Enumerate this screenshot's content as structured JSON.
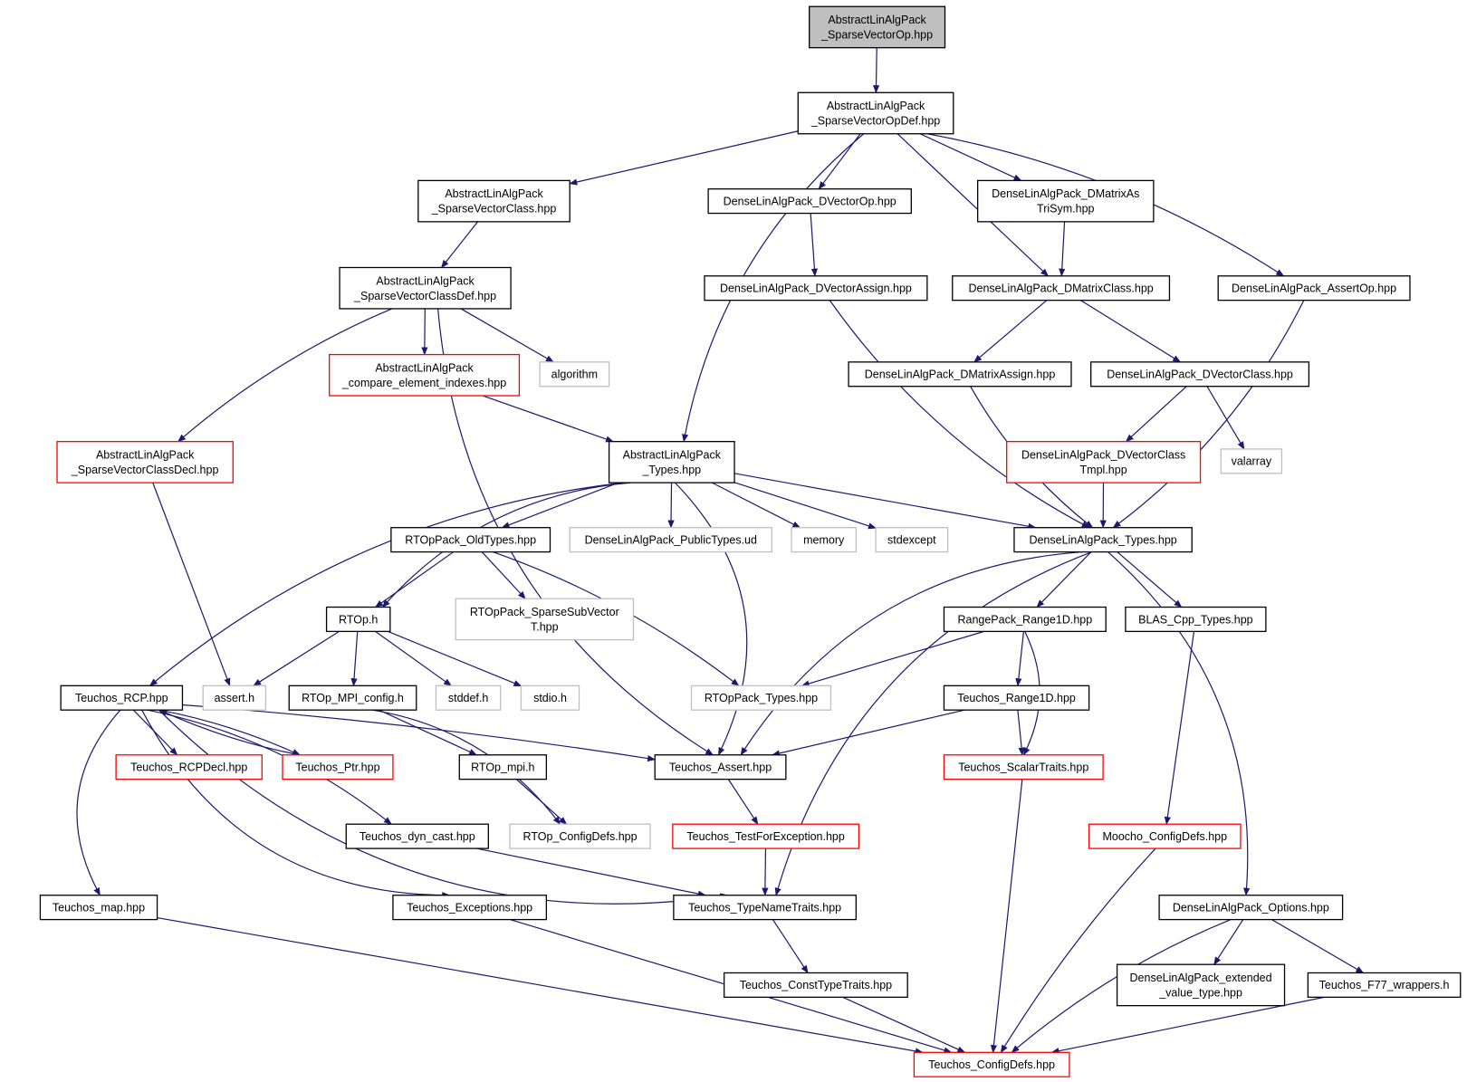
{
  "colors": {
    "edge": "#191970",
    "normal_border": "#000000",
    "truncated_border": "#ff0000",
    "external_border": "#bfbfbf",
    "root_fill": "#bfbfbf",
    "node_fill": "#ffffff"
  },
  "nodes": [
    {
      "id": "n_root",
      "lines": [
        "AbstractLinAlgPack",
        "_SparseVectorOp.hpp"
      ],
      "kind": "root"
    },
    {
      "id": "n_opdef",
      "lines": [
        "AbstractLinAlgPack",
        "_SparseVectorOpDef.hpp"
      ],
      "kind": "normal"
    },
    {
      "id": "n_svclass",
      "lines": [
        "AbstractLinAlgPack",
        "_SparseVectorClass.hpp"
      ],
      "kind": "normal"
    },
    {
      "id": "n_dvecop",
      "lines": [
        "DenseLinAlgPack_DVectorOp.hpp"
      ],
      "kind": "normal"
    },
    {
      "id": "n_dmatrixas",
      "lines": [
        "DenseLinAlgPack_DMatrixAs",
        "TriSym.hpp"
      ],
      "kind": "normal"
    },
    {
      "id": "n_svclassdef",
      "lines": [
        "AbstractLinAlgPack",
        "_SparseVectorClassDef.hpp"
      ],
      "kind": "normal"
    },
    {
      "id": "n_dvassign",
      "lines": [
        "DenseLinAlgPack_DVectorAssign.hpp"
      ],
      "kind": "normal"
    },
    {
      "id": "n_dmclass",
      "lines": [
        "DenseLinAlgPack_DMatrixClass.hpp"
      ],
      "kind": "normal"
    },
    {
      "id": "n_assertop",
      "lines": [
        "DenseLinAlgPack_AssertOp.hpp"
      ],
      "kind": "normal"
    },
    {
      "id": "n_compare",
      "lines": [
        "AbstractLinAlgPack",
        "_compare_element_indexes.hpp"
      ],
      "kind": "truncated"
    },
    {
      "id": "n_algorithm",
      "lines": [
        "algorithm"
      ],
      "kind": "external"
    },
    {
      "id": "n_dmassign",
      "lines": [
        "DenseLinAlgPack_DMatrixAssign.hpp"
      ],
      "kind": "normal"
    },
    {
      "id": "n_dvclass",
      "lines": [
        "DenseLinAlgPack_DVectorClass.hpp"
      ],
      "kind": "normal"
    },
    {
      "id": "n_svclassdecl",
      "lines": [
        "AbstractLinAlgPack",
        "_SparseVectorClassDecl.hpp"
      ],
      "kind": "truncated"
    },
    {
      "id": "n_altypes",
      "lines": [
        "AbstractLinAlgPack",
        "_Types.hpp"
      ],
      "kind": "normal"
    },
    {
      "id": "n_dvclasstmpl",
      "lines": [
        "DenseLinAlgPack_DVectorClass",
        "Tmpl.hpp"
      ],
      "kind": "truncated"
    },
    {
      "id": "n_valarray",
      "lines": [
        "valarray"
      ],
      "kind": "external"
    },
    {
      "id": "n_oldtypes",
      "lines": [
        "RTOpPack_OldTypes.hpp"
      ],
      "kind": "normal"
    },
    {
      "id": "n_publictypes",
      "lines": [
        "DenseLinAlgPack_PublicTypes.ud"
      ],
      "kind": "external"
    },
    {
      "id": "n_memory",
      "lines": [
        "memory"
      ],
      "kind": "external"
    },
    {
      "id": "n_stdexcept",
      "lines": [
        "stdexcept"
      ],
      "kind": "external"
    },
    {
      "id": "n_dltypes",
      "lines": [
        "DenseLinAlgPack_Types.hpp"
      ],
      "kind": "normal"
    },
    {
      "id": "n_rtoph",
      "lines": [
        "RTOp.h"
      ],
      "kind": "normal"
    },
    {
      "id": "n_sparsesub",
      "lines": [
        "RTOpPack_SparseSubVector",
        "T.hpp"
      ],
      "kind": "external"
    },
    {
      "id": "n_range1d",
      "lines": [
        "RangePack_Range1D.hpp"
      ],
      "kind": "normal"
    },
    {
      "id": "n_blas",
      "lines": [
        "BLAS_Cpp_Types.hpp"
      ],
      "kind": "normal"
    },
    {
      "id": "n_rcp",
      "lines": [
        "Teuchos_RCP.hpp"
      ],
      "kind": "normal"
    },
    {
      "id": "n_asserth",
      "lines": [
        "assert.h"
      ],
      "kind": "external"
    },
    {
      "id": "n_mpiconfig",
      "lines": [
        "RTOp_MPI_config.h"
      ],
      "kind": "normal"
    },
    {
      "id": "n_stddef",
      "lines": [
        "stddef.h"
      ],
      "kind": "external"
    },
    {
      "id": "n_stdio",
      "lines": [
        "stdio.h"
      ],
      "kind": "external"
    },
    {
      "id": "n_rtoptypes",
      "lines": [
        "RTOpPack_Types.hpp"
      ],
      "kind": "external"
    },
    {
      "id": "n_trange1d",
      "lines": [
        "Teuchos_Range1D.hpp"
      ],
      "kind": "normal"
    },
    {
      "id": "n_rcpdecl",
      "lines": [
        "Teuchos_RCPDecl.hpp"
      ],
      "kind": "truncated"
    },
    {
      "id": "n_ptr",
      "lines": [
        "Teuchos_Ptr.hpp"
      ],
      "kind": "truncated"
    },
    {
      "id": "n_rtopmpi",
      "lines": [
        "RTOp_mpi.h"
      ],
      "kind": "normal"
    },
    {
      "id": "n_tassert",
      "lines": [
        "Teuchos_Assert.hpp"
      ],
      "kind": "normal"
    },
    {
      "id": "n_scalartraits",
      "lines": [
        "Teuchos_ScalarTraits.hpp"
      ],
      "kind": "truncated"
    },
    {
      "id": "n_dyncast",
      "lines": [
        "Teuchos_dyn_cast.hpp"
      ],
      "kind": "normal"
    },
    {
      "id": "n_rtopconfig",
      "lines": [
        "RTOp_ConfigDefs.hpp"
      ],
      "kind": "external"
    },
    {
      "id": "n_testforexc",
      "lines": [
        "Teuchos_TestForException.hpp"
      ],
      "kind": "truncated"
    },
    {
      "id": "n_moocho",
      "lines": [
        "Moocho_ConfigDefs.hpp"
      ],
      "kind": "truncated"
    },
    {
      "id": "n_map",
      "lines": [
        "Teuchos_map.hpp"
      ],
      "kind": "normal"
    },
    {
      "id": "n_exceptions",
      "lines": [
        "Teuchos_Exceptions.hpp"
      ],
      "kind": "normal"
    },
    {
      "id": "n_typename",
      "lines": [
        "Teuchos_TypeNameTraits.hpp"
      ],
      "kind": "normal"
    },
    {
      "id": "n_options",
      "lines": [
        "DenseLinAlgPack_Options.hpp"
      ],
      "kind": "normal"
    },
    {
      "id": "n_consttype",
      "lines": [
        "Teuchos_ConstTypeTraits.hpp"
      ],
      "kind": "normal"
    },
    {
      "id": "n_extended",
      "lines": [
        "DenseLinAlgPack_extended",
        "_value_type.hpp"
      ],
      "kind": "normal"
    },
    {
      "id": "n_f77",
      "lines": [
        "Teuchos_F77_wrappers.h"
      ],
      "kind": "normal"
    },
    {
      "id": "n_tconfig",
      "lines": [
        "Teuchos_ConfigDefs.hpp"
      ],
      "kind": "truncated"
    }
  ],
  "edges": [
    {
      "from": "n_root",
      "to": "n_opdef"
    },
    {
      "from": "n_opdef",
      "to": "n_svclass"
    },
    {
      "from": "n_opdef",
      "to": "n_dvecop"
    },
    {
      "from": "n_opdef",
      "to": "n_dmatrixas"
    },
    {
      "from": "n_opdef",
      "to": "n_dmclass"
    },
    {
      "from": "n_opdef",
      "to": "n_assertop"
    },
    {
      "from": "n_opdef",
      "to": "n_altypes"
    },
    {
      "from": "n_svclass",
      "to": "n_svclassdef"
    },
    {
      "from": "n_svclassdef",
      "to": "n_compare"
    },
    {
      "from": "n_svclassdef",
      "to": "n_algorithm"
    },
    {
      "from": "n_svclassdef",
      "to": "n_svclassdecl"
    },
    {
      "from": "n_svclassdef",
      "to": "n_tassert"
    },
    {
      "from": "n_compare",
      "to": "n_altypes"
    },
    {
      "from": "n_svclassdecl",
      "to": "n_asserth"
    },
    {
      "from": "n_dvecop",
      "to": "n_dvassign"
    },
    {
      "from": "n_dvassign",
      "to": "n_dltypes"
    },
    {
      "from": "n_dmatrixas",
      "to": "n_dmclass"
    },
    {
      "from": "n_dmclass",
      "to": "n_dmassign"
    },
    {
      "from": "n_dmclass",
      "to": "n_dvclass"
    },
    {
      "from": "n_dmassign",
      "to": "n_dltypes"
    },
    {
      "from": "n_dvclass",
      "to": "n_dvclasstmpl"
    },
    {
      "from": "n_dvclass",
      "to": "n_valarray"
    },
    {
      "from": "n_dvclasstmpl",
      "to": "n_dltypes"
    },
    {
      "from": "n_assertop",
      "to": "n_dltypes"
    },
    {
      "from": "n_altypes",
      "to": "n_oldtypes"
    },
    {
      "from": "n_altypes",
      "to": "n_publictypes"
    },
    {
      "from": "n_altypes",
      "to": "n_memory"
    },
    {
      "from": "n_altypes",
      "to": "n_stdexcept"
    },
    {
      "from": "n_altypes",
      "to": "n_dltypes"
    },
    {
      "from": "n_altypes",
      "to": "n_rtoph"
    },
    {
      "from": "n_altypes",
      "to": "n_rcp"
    },
    {
      "from": "n_altypes",
      "to": "n_tassert"
    },
    {
      "from": "n_oldtypes",
      "to": "n_rtoph"
    },
    {
      "from": "n_oldtypes",
      "to": "n_sparsesub"
    },
    {
      "from": "n_oldtypes",
      "to": "n_rtoptypes"
    },
    {
      "from": "n_dltypes",
      "to": "n_range1d"
    },
    {
      "from": "n_dltypes",
      "to": "n_blas"
    },
    {
      "from": "n_dltypes",
      "to": "n_options"
    },
    {
      "from": "n_dltypes",
      "to": "n_tassert"
    },
    {
      "from": "n_dltypes",
      "to": "n_typename"
    },
    {
      "from": "n_rtoph",
      "to": "n_asserth"
    },
    {
      "from": "n_rtoph",
      "to": "n_mpiconfig"
    },
    {
      "from": "n_rtoph",
      "to": "n_stddef"
    },
    {
      "from": "n_rtoph",
      "to": "n_stdio"
    },
    {
      "from": "n_range1d",
      "to": "n_rtoptypes"
    },
    {
      "from": "n_range1d",
      "to": "n_trange1d"
    },
    {
      "from": "n_range1d",
      "to": "n_scalartraits"
    },
    {
      "from": "n_blas",
      "to": "n_moocho"
    },
    {
      "from": "n_rcp",
      "to": "n_rcpdecl"
    },
    {
      "from": "n_rcp",
      "to": "n_ptr"
    },
    {
      "from": "n_ptr",
      "to": "n_rcp"
    },
    {
      "from": "n_rcp",
      "to": "n_tassert"
    },
    {
      "from": "n_rcp",
      "to": "n_dyncast"
    },
    {
      "from": "n_rcp",
      "to": "n_map"
    },
    {
      "from": "n_rcp",
      "to": "n_exceptions"
    },
    {
      "from": "n_rcp",
      "to": "n_typename"
    },
    {
      "from": "n_mpiconfig",
      "to": "n_rtopmpi"
    },
    {
      "from": "n_mpiconfig",
      "to": "n_rtopconfig"
    },
    {
      "from": "n_rtopmpi",
      "to": "n_rtopconfig"
    },
    {
      "from": "n_trange1d",
      "to": "n_tassert"
    },
    {
      "from": "n_trange1d",
      "to": "n_scalartraits"
    },
    {
      "from": "n_tassert",
      "to": "n_testforexc"
    },
    {
      "from": "n_testforexc",
      "to": "n_typename"
    },
    {
      "from": "n_dyncast",
      "to": "n_typename"
    },
    {
      "from": "n_typename",
      "to": "n_consttype"
    },
    {
      "from": "n_consttype",
      "to": "n_tconfig"
    },
    {
      "from": "n_map",
      "to": "n_tconfig"
    },
    {
      "from": "n_exceptions",
      "to": "n_tconfig"
    },
    {
      "from": "n_scalartraits",
      "to": "n_tconfig"
    },
    {
      "from": "n_moocho",
      "to": "n_tconfig"
    },
    {
      "from": "n_options",
      "to": "n_extended"
    },
    {
      "from": "n_options",
      "to": "n_f77"
    },
    {
      "from": "n_options",
      "to": "n_tconfig"
    },
    {
      "from": "n_f77",
      "to": "n_tconfig"
    }
  ]
}
